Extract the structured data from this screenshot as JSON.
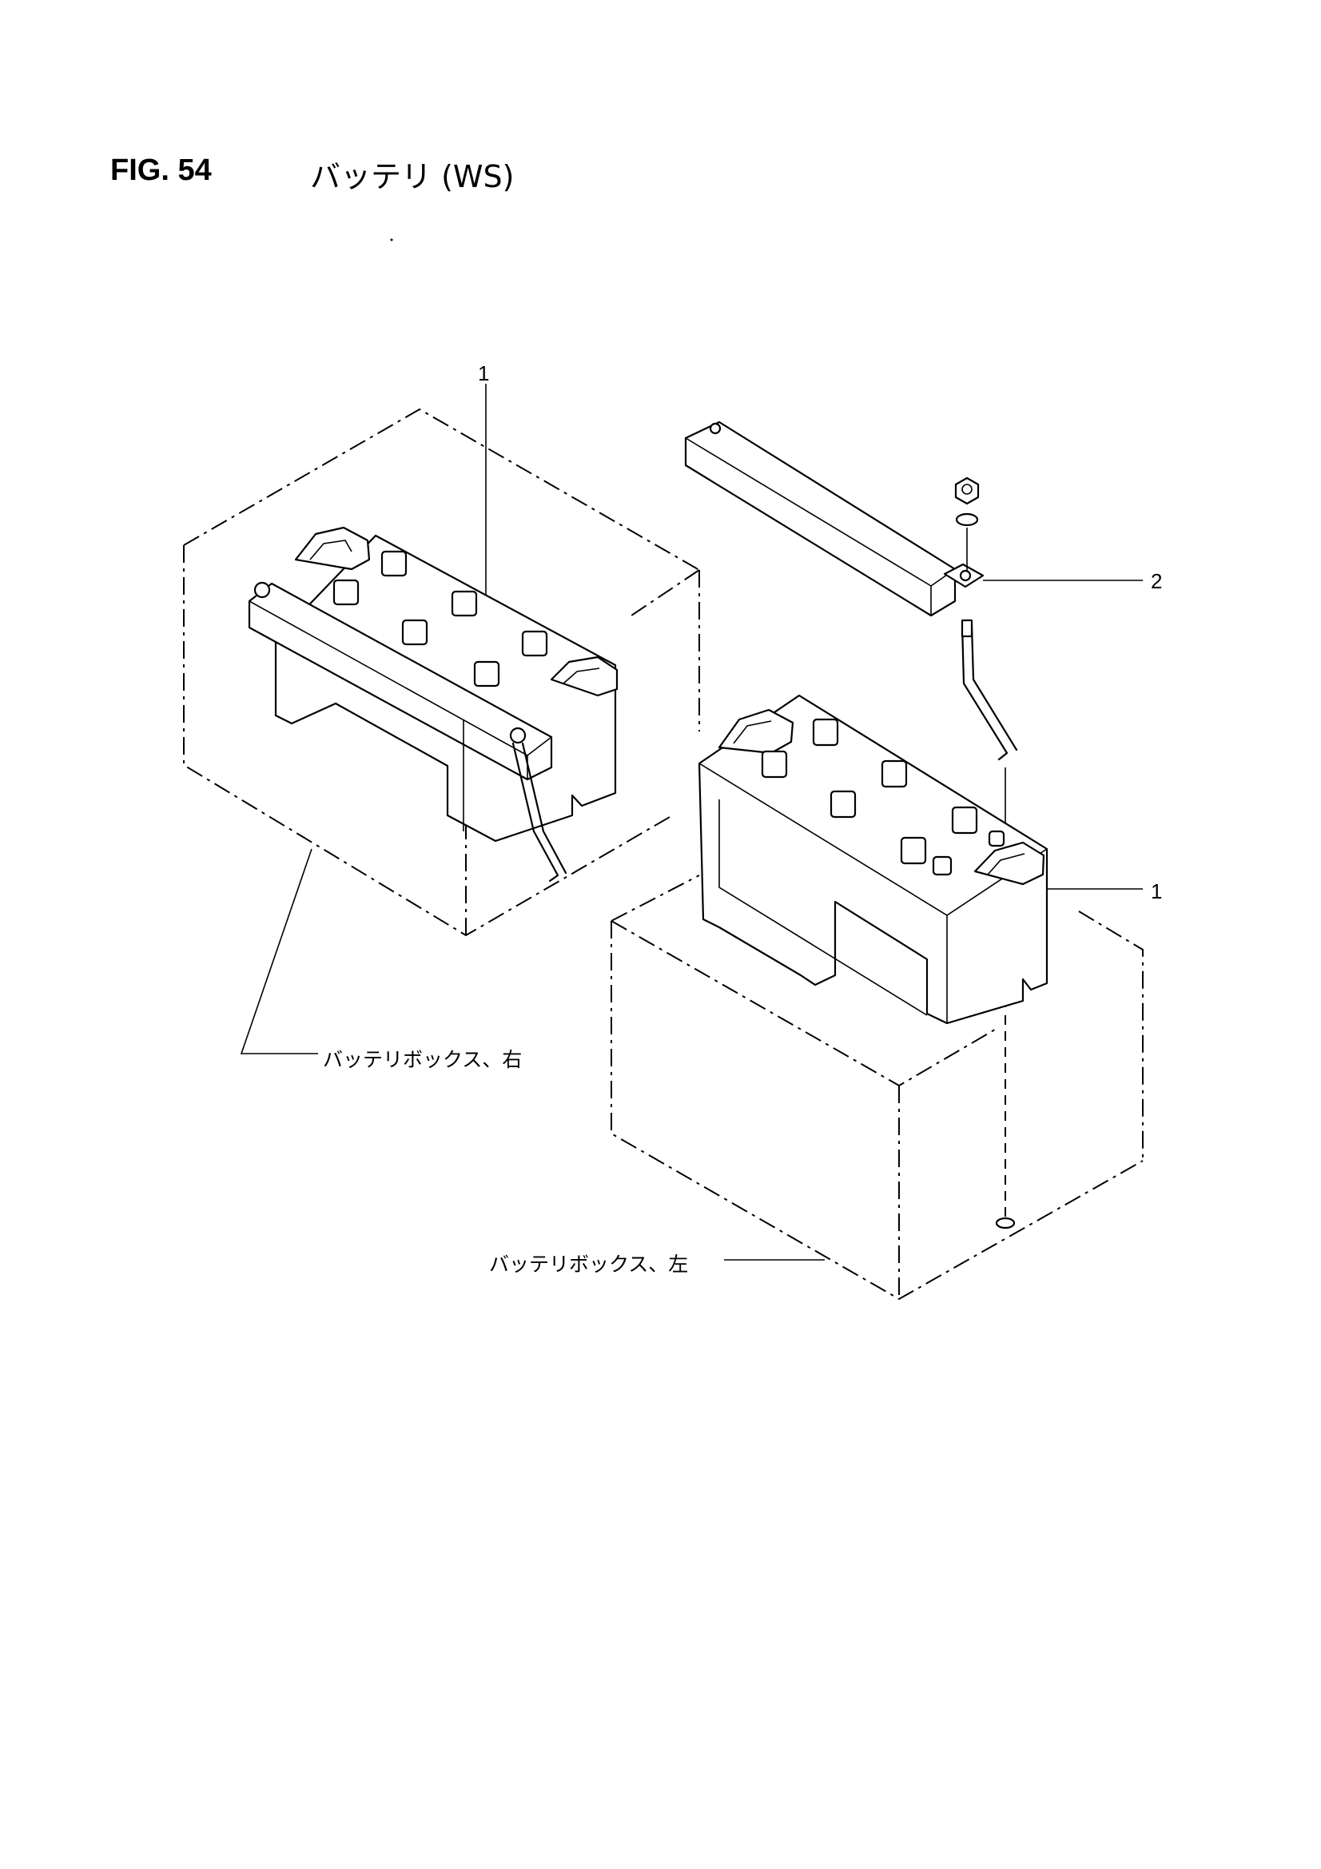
{
  "figure": {
    "number": "FIG. 54",
    "name": "バッテリ (WS)"
  },
  "callouts": {
    "battery_right_num": "1",
    "bracket_num": "2",
    "battery_left_num": "1"
  },
  "labels": {
    "battery_box_right": "バッテリボックス、右",
    "battery_box_left": "バッテリボックス、左"
  }
}
